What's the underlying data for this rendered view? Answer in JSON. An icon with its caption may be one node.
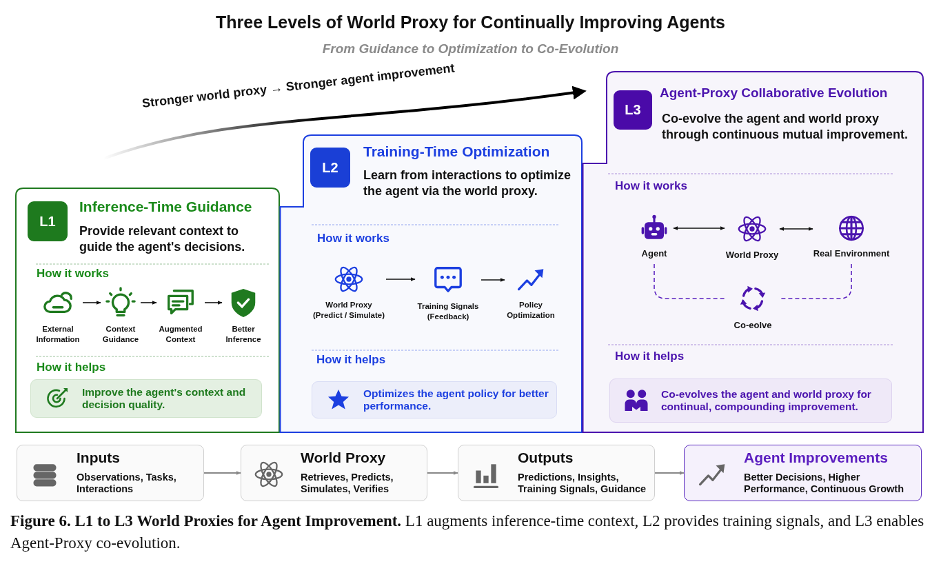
{
  "diagram": {
    "title": "Three Levels of World Proxy for Continually Improving Agents",
    "caption": "**Figure 6. L1 to L3 World Proxies for Agent Improvement.** L1 augments inference-time context, L2 provides training signals, and L3 enables Agent-Proxy co-evolution.",
    "nodes": [
      {
        "text": [
          "Inference-Time Guidance",
          "Provide relevant context to guide the agent's decisions.",
          "How it works",
          "How it helps"
        ]
      },
      {
        "text": [
          "L1"
        ],
        "in": 0
      },
      {
        "text": [
          "External Information"
        ],
        "in": 0
      },
      {
        "text": [
          "Context Guidance"
        ],
        "in": 0
      },
      {
        "text": [
          "Augmented Context"
        ],
        "in": 0
      },
      {
        "text": [
          "Better Inference"
        ],
        "in": 0
      },
      {
        "text": [
          "Improve the agent's context and decision quality."
        ],
        "in": 0
      },
      {
        "text": [
          "Training-Time Optimization",
          "Learn from interactions to optimize the agent via the world proxy.",
          "How it works",
          "How it helps"
        ]
      },
      {
        "text": [
          "L2"
        ],
        "in": 7
      },
      {
        "text": [
          "World Proxy (Predict / Simulate)"
        ],
        "in": 7
      },
      {
        "text": [
          "Training Signals (Feedback)"
        ],
        "in": 7
      },
      {
        "text": [
          "Policy Optimization"
        ],
        "in": 7
      },
      {
        "text": [
          "Optimizes the agent policy for better performance."
        ],
        "in": 7
      },
      {
        "text": [
          "Agent-Proxy Collaborative Evolution",
          "Co-evolve the agent and world proxy through continuous mutual improvement.",
          "How it works",
          "How it helps"
        ]
      },
      {
        "text": [
          "L3"
        ],
        "in": 13
      },
      {
        "text": [
          "Agent"
        ],
        "in": 13
      },
      {
        "text": [
          "World Proxy"
        ],
        "in": 13
      },
      {
        "text": [
          "Real Environment"
        ],
        "in": 13
      },
      {
        "text": [
          "Co-eolve"
        ],
        "in": 13
      },
      {
        "text": [
          "Co-evolves the agent and world proxy for continual, compounding improvement."
        ],
        "in": 13
      },
      {
        "text": [
          "Inputs",
          "Observations, Tasks, Interactions"
        ]
      },
      {
        "text": [
          "World Proxy",
          "Retrieves, Predicts, Simulates, Verifies"
        ]
      },
      {
        "text": [
          "Outputs",
          "Predictions, Insights, Training Signals, Guidance"
        ]
      },
      {
        "text": [
          "Agent Improvements",
          "Better Decisions, Higher Performance, Continuous Growth"
        ]
      }
    ],
    "edges": [
      {
        "from": 2,
        "to": 3,
        "arrow": "to"
      },
      {
        "from": 3,
        "to": 4,
        "arrow": "to"
      },
      {
        "from": 4,
        "to": 5,
        "arrow": "to"
      },
      {
        "from": 9,
        "to": 10,
        "arrow": "to"
      },
      {
        "from": 10,
        "to": 11,
        "arrow": "to"
      },
      {
        "from": 15,
        "to": 16,
        "arrow": "both"
      },
      {
        "from": 16,
        "to": 17,
        "arrow": "both"
      },
      {
        "from": 15,
        "to": 18,
        "arrow": "none",
        "style": "dashed",
        "color": "#5b22c0"
      },
      {
        "from": 17,
        "to": 18,
        "arrow": "none",
        "style": "dashed",
        "color": "#5b22c0"
      },
      {
        "from": 20,
        "to": 21,
        "arrow": "to",
        "color": "#888888"
      },
      {
        "from": 21,
        "to": 22,
        "arrow": "to",
        "color": "#888888"
      },
      {
        "from": 22,
        "to": 23,
        "arrow": "to",
        "color": "#888888"
      }
    ],
    "labels": [
      "From Guidance to Optimization to Co-Evolution",
      "Stronger world proxy → Stronger agent improvement"
    ]
  }
}
